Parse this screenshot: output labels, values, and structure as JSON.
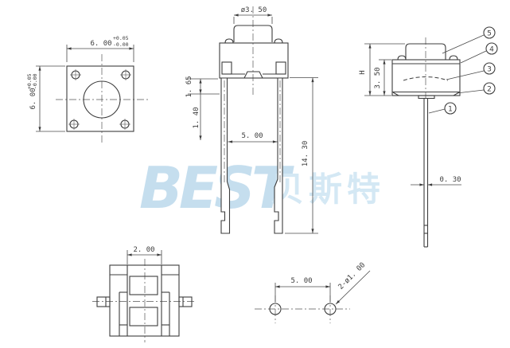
{
  "colors": {
    "line": "#3d3d3d",
    "watermark_latin": "#bcd9ec",
    "watermark_cjk": "#cde4f3"
  },
  "watermark": {
    "latin": "BEST",
    "cjk": "贝斯特"
  },
  "top_view": {
    "width_dim": "6. 00",
    "width_tol_up": "+0.05",
    "width_tol_dn": "-0.00",
    "height_dim": "6. 00",
    "height_tol_up": "+0.05",
    "height_tol_dn": "-0.00"
  },
  "front_view": {
    "knob_dia": "ø3. 50",
    "shoulder_h": "1. 65",
    "leg_w": "1. 40",
    "pitch": "5. 00",
    "total_len": "14. 30"
  },
  "side_view": {
    "overall_h": "H",
    "body_h": "3. 50",
    "leg_t": "0. 30",
    "balloons": [
      "1",
      "2",
      "3",
      "4",
      "5"
    ]
  },
  "bottom_view": {
    "slot_w": "2. 00"
  },
  "footprint": {
    "pitch": "5. 00",
    "holes": "2-ø1. 00"
  }
}
